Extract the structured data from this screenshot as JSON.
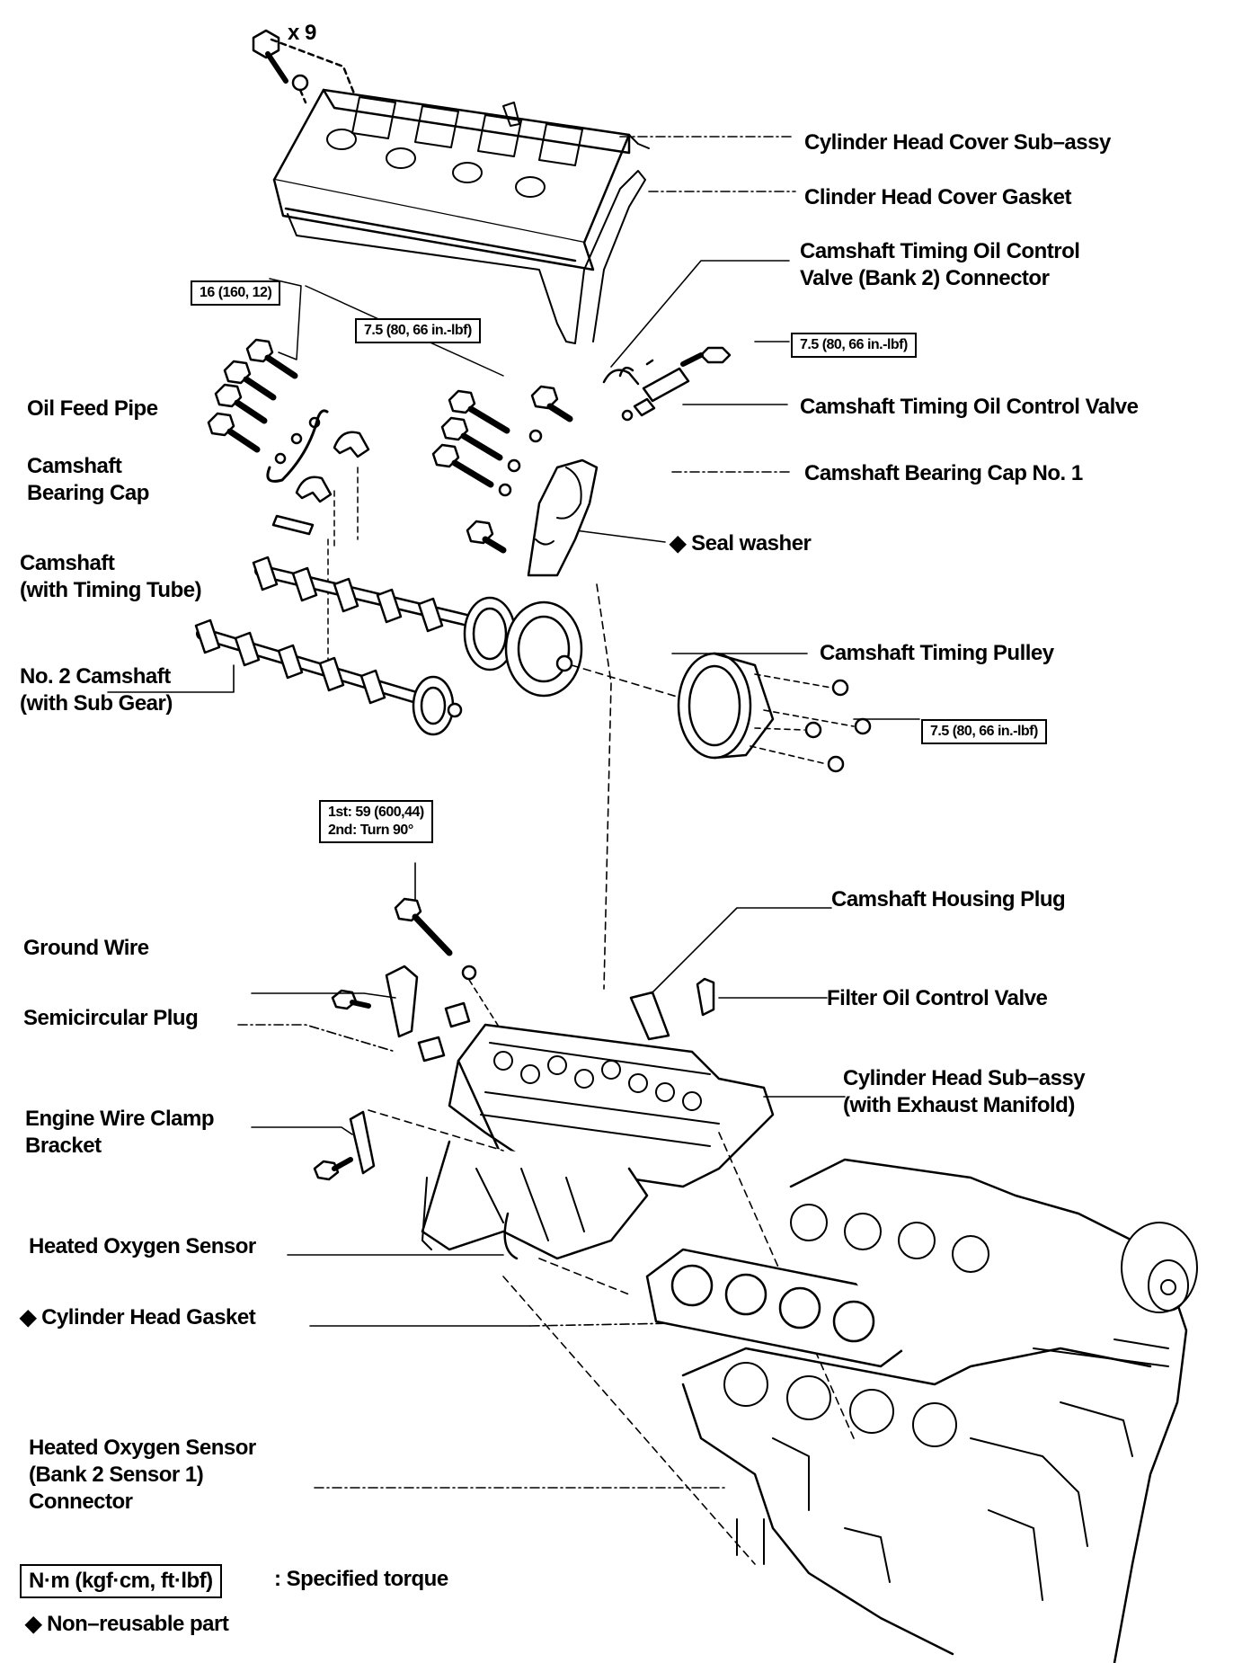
{
  "quantity_label": "x 9",
  "labels": {
    "cover_sub_assy": "Cylinder Head Cover Sub–assy",
    "cover_gasket": "Clinder Head Cover Gasket",
    "ocv_connector_l1": "Camshaft Timing Oil Control",
    "ocv_connector_l2": "Valve (Bank 2) Connector",
    "ocv_valve": "Camshaft Timing Oil Control Valve",
    "bearing_cap_no1": "Camshaft Bearing Cap No. 1",
    "seal_washer": "◆ Seal washer",
    "oil_feed_pipe": "Oil Feed Pipe",
    "bearing_cap_l1": "Camshaft",
    "bearing_cap_l2": "Bearing Cap",
    "camshaft_l1": "Camshaft",
    "camshaft_l2": "(with Timing Tube)",
    "no2_camshaft_l1": "No. 2 Camshaft",
    "no2_camshaft_l2": "(with Sub Gear)",
    "timing_pulley": "Camshaft Timing Pulley",
    "housing_plug": "Camshaft Housing Plug",
    "ground_wire": "Ground Wire",
    "filter_ocv": "Filter Oil Control Valve",
    "semicircular_plug": "Semicircular Plug",
    "head_sub_assy_l1": "Cylinder Head Sub–assy",
    "head_sub_assy_l2": "(with Exhaust Manifold)",
    "wire_clamp_l1": "Engine Wire Clamp",
    "wire_clamp_l2": "Bracket",
    "heated_o2": "Heated Oxygen Sensor",
    "head_gasket": "◆ Cylinder Head Gasket",
    "o2_connector_l1": "Heated  Oxygen  Sensor",
    "o2_connector_l2": "(Bank 2 Sensor 1)",
    "o2_connector_l3": "Connector"
  },
  "torques": {
    "t16": "16 (160, 12)",
    "t75_cap": "7.5 (80, 66 in.-lbf)",
    "t75_ocv": "7.5 (80, 66 in.-lbf)",
    "t75_pulley": "7.5 (80, 66 in.-lbf)",
    "head_bolt_l1": "1st: 59 (600,44)",
    "head_bolt_l2": "2nd: Turn 90°"
  },
  "legend": {
    "torque_units": "N·m (kgf·cm, ft·lbf)",
    "torque_desc": ": Specified torque",
    "nonreusable": "◆ Non–reusable part"
  }
}
